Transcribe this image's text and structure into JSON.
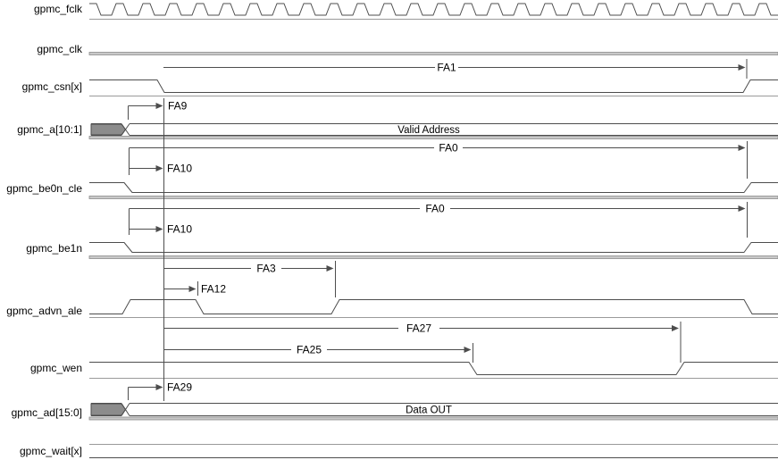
{
  "diagram_type": "timing-diagram",
  "signals": [
    {
      "label": "gpmc_fclk",
      "kind": "clock"
    },
    {
      "label": "gpmc_clk",
      "kind": "static"
    },
    {
      "label": "gpmc_csn[x]",
      "kind": "signal"
    },
    {
      "label": "gpmc_a[10:1]",
      "kind": "bus",
      "value": "Valid Address"
    },
    {
      "label": "gpmc_be0n_cle",
      "kind": "signal"
    },
    {
      "label": "gpmc_be1n",
      "kind": "signal"
    },
    {
      "label": "gpmc_advn_ale",
      "kind": "signal"
    },
    {
      "label": "gpmc_wen",
      "kind": "signal"
    },
    {
      "label": "gpmc_ad[15:0]",
      "kind": "bus",
      "value": "Data OUT"
    },
    {
      "label": "gpmc_wait[x]",
      "kind": "static"
    }
  ],
  "timing_labels": {
    "fa1": "FA1",
    "fa9": "FA9",
    "fa0_be0n": "FA0",
    "fa10_be0n": "FA10",
    "fa0_be1n": "FA0",
    "fa10_be1n": "FA10",
    "fa3": "FA3",
    "fa12": "FA12",
    "fa27": "FA27",
    "fa25": "FA25",
    "fa29": "FA29"
  },
  "colors": {
    "background": "#ffffff",
    "trace": "#4d4d4d",
    "rail": "#9a9a9a",
    "band_fill": "#c9c9c9",
    "hatch_fill": "#8c8c8c",
    "text": "#000000"
  }
}
